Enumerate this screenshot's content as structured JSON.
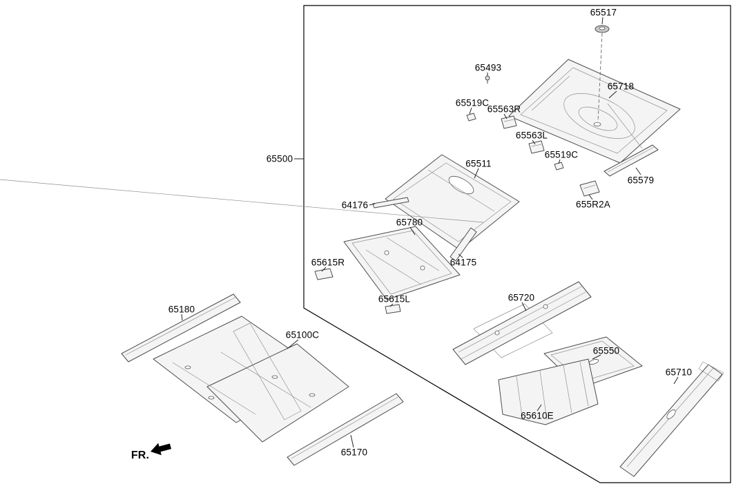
{
  "diagram": {
    "labels": [
      {
        "id": "65500",
        "text": "65500"
      },
      {
        "id": "65517",
        "text": "65517"
      },
      {
        "id": "65493",
        "text": "65493"
      },
      {
        "id": "65718",
        "text": "65718"
      },
      {
        "id": "65519C-1",
        "text": "65519C"
      },
      {
        "id": "65563R",
        "text": "65563R"
      },
      {
        "id": "65563L",
        "text": "65563L"
      },
      {
        "id": "65519C-2",
        "text": "65519C"
      },
      {
        "id": "65511",
        "text": "65511"
      },
      {
        "id": "65579",
        "text": "65579"
      },
      {
        "id": "655R2A",
        "text": "655R2A"
      },
      {
        "id": "64176",
        "text": "64176"
      },
      {
        "id": "65780",
        "text": "65780"
      },
      {
        "id": "65615R",
        "text": "65615R"
      },
      {
        "id": "64175",
        "text": "64175"
      },
      {
        "id": "65615L",
        "text": "65615L"
      },
      {
        "id": "65720",
        "text": "65720"
      },
      {
        "id": "65550",
        "text": "65550"
      },
      {
        "id": "65710",
        "text": "65710"
      },
      {
        "id": "65610E",
        "text": "65610E"
      },
      {
        "id": "65180",
        "text": "65180"
      },
      {
        "id": "65100C",
        "text": "65100C"
      },
      {
        "id": "65170",
        "text": "65170"
      }
    ],
    "direction_label": "FR.",
    "line_color": "#000000",
    "part_fill_color": "#f4f4f4",
    "part_stroke_color": "#4a4a4a"
  }
}
